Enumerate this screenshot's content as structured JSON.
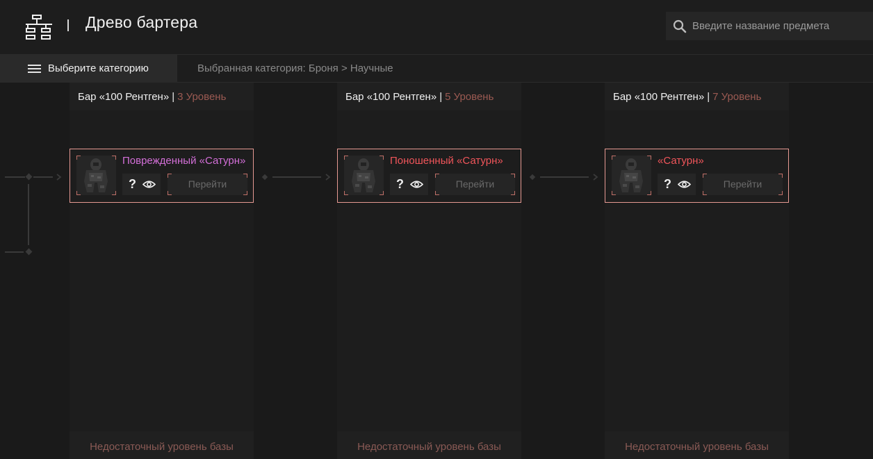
{
  "header": {
    "title": "Древо бартера",
    "search_placeholder": "Введите название предмета"
  },
  "category_bar": {
    "button_label": "Выберите категорию",
    "breadcrumb": "Выбранная категория: Броня > Научные"
  },
  "columns": [
    {
      "trader": "Бар «100 Рентген»",
      "separator": "|",
      "level": "3 Уровень",
      "footer": "Недостаточный уровень базы",
      "card": {
        "name": "Поврежденный «Сатурн»",
        "name_color": "#d36fd8",
        "help": "?",
        "go_label": "Перейти"
      }
    },
    {
      "trader": "Бар «100 Рентген»",
      "separator": "|",
      "level": "5 Уровень",
      "footer": "Недостаточный уровень базы",
      "card": {
        "name": "Поношенный «Сатурн»",
        "name_color": "#f0555a",
        "help": "?",
        "go_label": "Перейти"
      }
    },
    {
      "trader": "Бар «100 Рентген»",
      "separator": "|",
      "level": "7 Уровень",
      "footer": "Недостаточный уровень базы",
      "card": {
        "name": "«Сатурн»",
        "name_color": "#f0555a",
        "help": "?",
        "go_label": "Перейти"
      }
    }
  ],
  "colors": {
    "card_border": "#e79a93",
    "level_text": "#9b5a52",
    "footer_text": "#8a5a55"
  }
}
